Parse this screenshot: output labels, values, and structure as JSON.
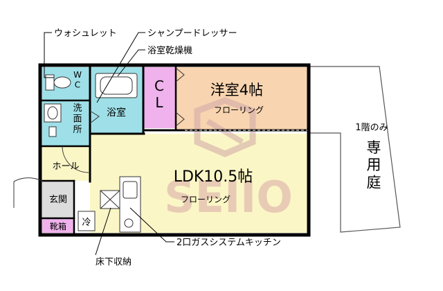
{
  "callouts": {
    "washlet": "ウォシュレット",
    "shampoo_dresser": "シャンプードレッサー",
    "bath_dryer": "浴室乾燥機",
    "underfloor_storage": "床下収納",
    "gas_kitchen": "2口ガスシステムキッチン"
  },
  "rooms": {
    "wc": "W\nC",
    "washroom": "洗\n面\n所",
    "bathroom": "浴室",
    "closet": "C\nL",
    "western_room": "洋室4帖",
    "western_floor": "フローリング",
    "ldk": "LDK10.5帖",
    "ldk_floor": "フローリング",
    "hall": "ホール",
    "entrance": "玄関",
    "shoe_box": "靴箱",
    "fridge": "冷"
  },
  "garden": {
    "note": "1階のみ",
    "label": "専\n用\n庭"
  },
  "watermark": {
    "text": "SEIIO"
  },
  "colors": {
    "wet_area": "#9fe0e8",
    "closet": "#f0b2ec",
    "western": "#f8d4b0",
    "ldk": "#fbf6c6",
    "hall": "#fbf6c6",
    "entrance": "#dcdcdc",
    "shoe_box": "#f0b2ec",
    "watermark": "#d9b8b8"
  }
}
